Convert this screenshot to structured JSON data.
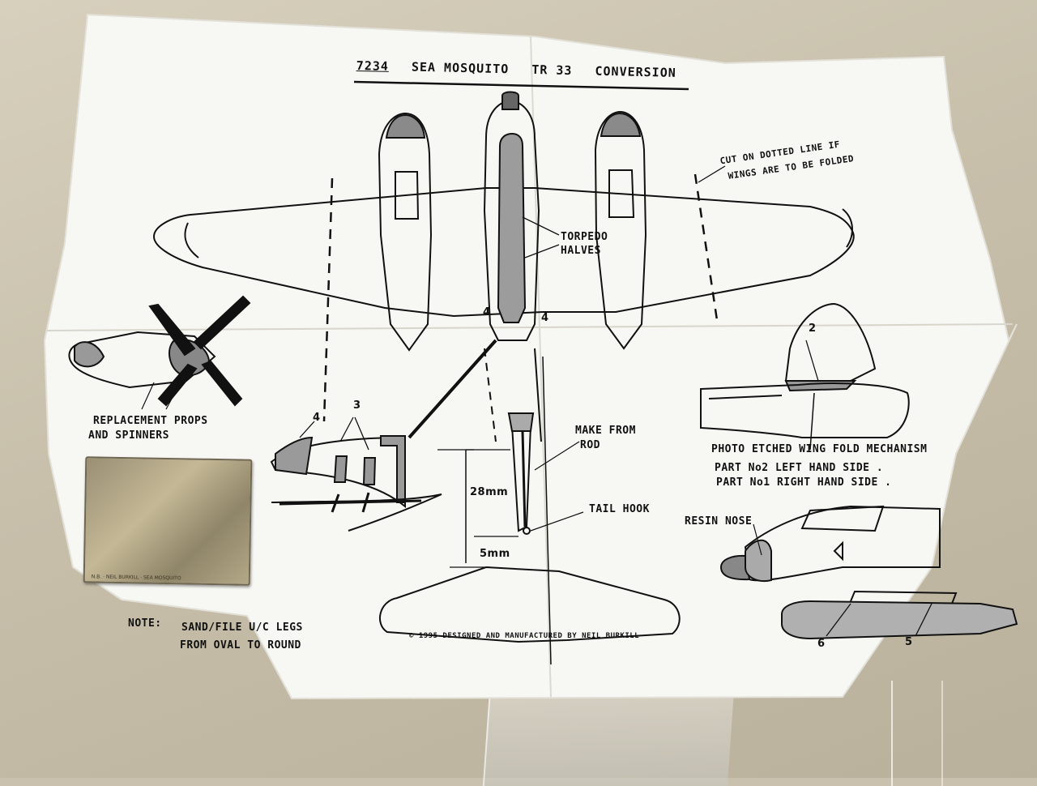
{
  "title": {
    "number": "7234",
    "name": "SEA MOSQUITO",
    "variant": "TR 33",
    "word": "CONVERSION"
  },
  "labels": {
    "cut_line_1": "CUT ON DOTTED LINE IF",
    "cut_line_2": "WINGS ARE TO BE FOLDED",
    "torpedo_1": "TORPEDO",
    "torpedo_2": "HALVES",
    "props_1": "REPLACEMENT PROPS",
    "props_2": "AND SPINNERS",
    "make_from_1": "MAKE FROM",
    "make_from_2": "ROD",
    "dim_28": "28mm",
    "dim_5": "5mm",
    "tail_hook": "TAIL HOOK",
    "wing_fold": "PHOTO ETCHED WING FOLD MECHANISM",
    "part_2": "PART No2 LEFT HAND SIDE .",
    "part_1": "PART No1 RIGHT HAND SIDE .",
    "resin_nose": "RESIN NOSE",
    "note": "NOTE:",
    "note_1": "SAND/FILE U/C LEGS",
    "note_2": "FROM OVAL TO ROUND",
    "copyright": "© 1995 DESIGNED AND MANUFACTURED BY NEIL BURKILL"
  },
  "callouts": {
    "n4_left": "4",
    "n4_right": "4",
    "n4_detail": "4",
    "n3_detail": "3",
    "n2_fold": "2",
    "n6_torpedo": "6",
    "n5_torpedo": "5"
  },
  "fret_label": "N.B. · NEIL BURKILL · SEA MOSQUITO",
  "colors": {
    "paper": "#f7f7f4",
    "ink": "#111111",
    "table": "#c9c1ad",
    "brass": "#b8ac8a"
  }
}
